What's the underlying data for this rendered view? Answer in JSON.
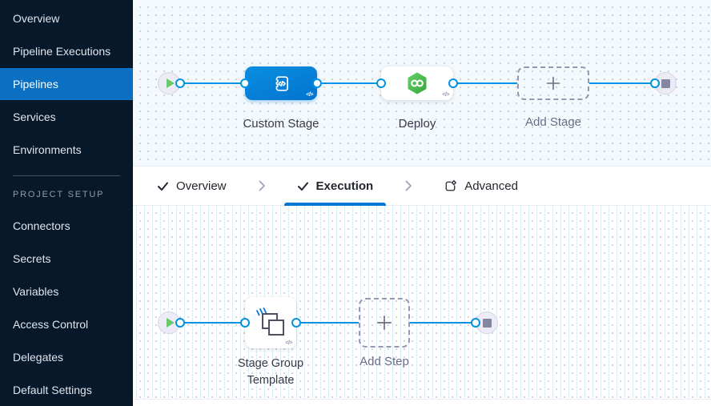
{
  "sidebar": {
    "items": [
      {
        "label": "Overview",
        "active": false
      },
      {
        "label": "Pipeline Executions",
        "active": false
      },
      {
        "label": "Pipelines",
        "active": true
      },
      {
        "label": "Services",
        "active": false
      },
      {
        "label": "Environments",
        "active": false
      }
    ],
    "section_label": "PROJECT SETUP",
    "setup_items": [
      {
        "label": "Connectors"
      },
      {
        "label": "Secrets"
      },
      {
        "label": "Variables"
      },
      {
        "label": "Access Control"
      },
      {
        "label": "Delegates"
      },
      {
        "label": "Default Settings"
      }
    ]
  },
  "tabs": {
    "overview": "Overview",
    "execution": "Execution",
    "advanced": "Advanced"
  },
  "stage_graph": {
    "nodes": {
      "custom_stage": "Custom Stage",
      "deploy": "Deploy",
      "add_stage": "Add Stage"
    }
  },
  "execution_graph": {
    "nodes": {
      "stage_group_template": "Stage Group Template",
      "add_step": "Add Step"
    }
  },
  "icons": {
    "code_glyph": "</>"
  },
  "colors": {
    "accent": "#0278d5",
    "connector": "#0092e4",
    "node-green": "#42ab45",
    "sidebar-bg": "#07182b",
    "active-item-bg": "#0b70c2",
    "text-dark": "#383946",
    "text-grey": "#6b6d85"
  }
}
